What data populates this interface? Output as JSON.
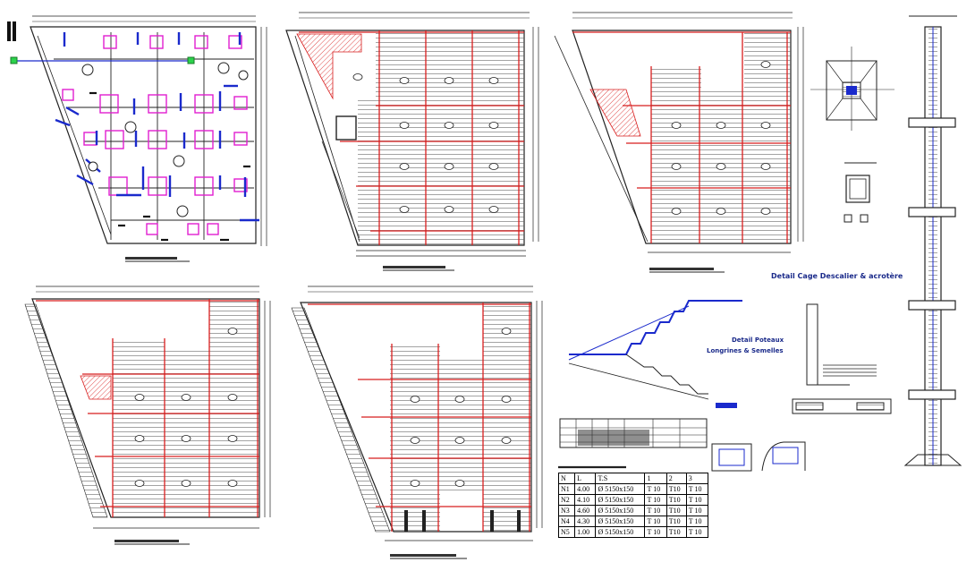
{
  "annotations": {
    "detail_cage_title": "Detail Cage Descalier  & acrotère",
    "detail_poteaux_line1": "Detail Poteaux",
    "detail_poteaux_line2": "Longrines & Semelles"
  },
  "reinforcement_table": {
    "headers": [
      "N",
      "L",
      "T.S",
      "1",
      "2",
      "3"
    ],
    "rows": [
      {
        "n": "N1",
        "l": "4.00",
        "ts": "Ø 5150x150",
        "c1": "T 10",
        "c2": "T10",
        "c3": "T 10"
      },
      {
        "n": "N2",
        "l": "4.10",
        "ts": "Ø 5150x150",
        "c1": "T 10",
        "c2": "T10",
        "c3": "T 10"
      },
      {
        "n": "N3",
        "l": "4.60",
        "ts": "Ø 5150x150",
        "c1": "T 10",
        "c2": "T10",
        "c3": "T 10"
      },
      {
        "n": "N4",
        "l": "4.30",
        "ts": "Ø 5150x150",
        "c1": "T 10",
        "c2": "T10",
        "c3": "T 10"
      },
      {
        "n": "N5",
        "l": "1.00",
        "ts": "Ø 5150x150",
        "c1": "T 10",
        "c2": "T10",
        "c3": "T 10"
      }
    ]
  },
  "colors": {
    "line": "#222222",
    "beam": "#d81e1e",
    "column": "#e01ed0",
    "accent": "#1a2acc",
    "node": "#2bd24b"
  }
}
